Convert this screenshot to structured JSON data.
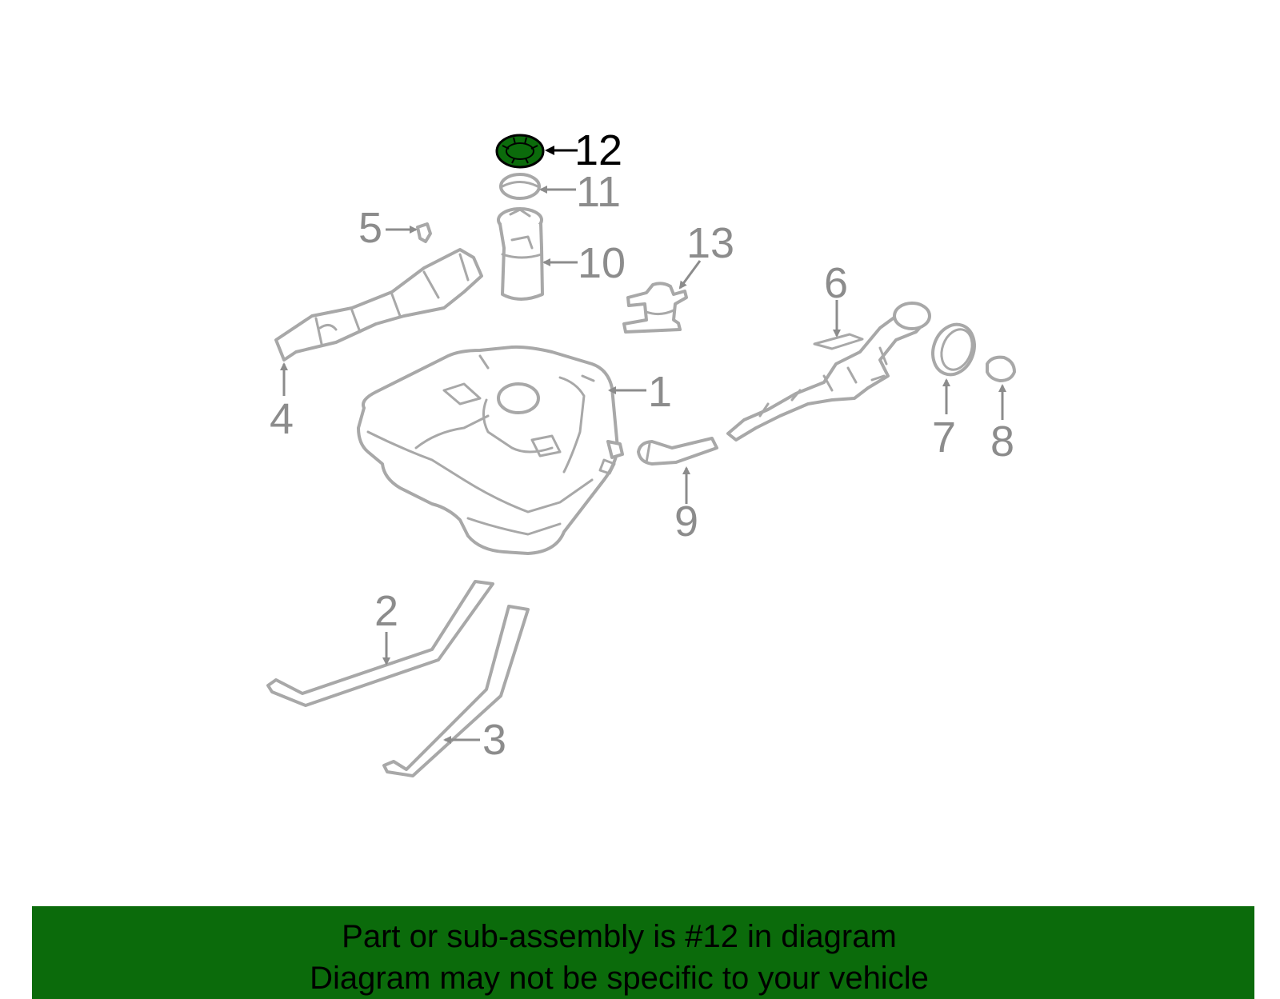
{
  "diagram": {
    "highlighted_part": "12",
    "colors": {
      "highlight": "#0b6b0b",
      "part_outline": "#a8a8a8",
      "callout_text": "#8c8c8c",
      "banner_background": "#0b6b0b"
    },
    "callouts": [
      {
        "id": "1",
        "label": "1"
      },
      {
        "id": "2",
        "label": "2"
      },
      {
        "id": "3",
        "label": "3"
      },
      {
        "id": "4",
        "label": "4"
      },
      {
        "id": "5",
        "label": "5"
      },
      {
        "id": "6",
        "label": "6"
      },
      {
        "id": "7",
        "label": "7"
      },
      {
        "id": "8",
        "label": "8"
      },
      {
        "id": "9",
        "label": "9"
      },
      {
        "id": "10",
        "label": "10"
      },
      {
        "id": "11",
        "label": "11"
      },
      {
        "id": "12",
        "label": "12"
      },
      {
        "id": "13",
        "label": "13"
      }
    ]
  },
  "banner": {
    "line1": "Part or sub-assembly is #12 in diagram",
    "line2": "Diagram may not be specific to your vehicle"
  }
}
